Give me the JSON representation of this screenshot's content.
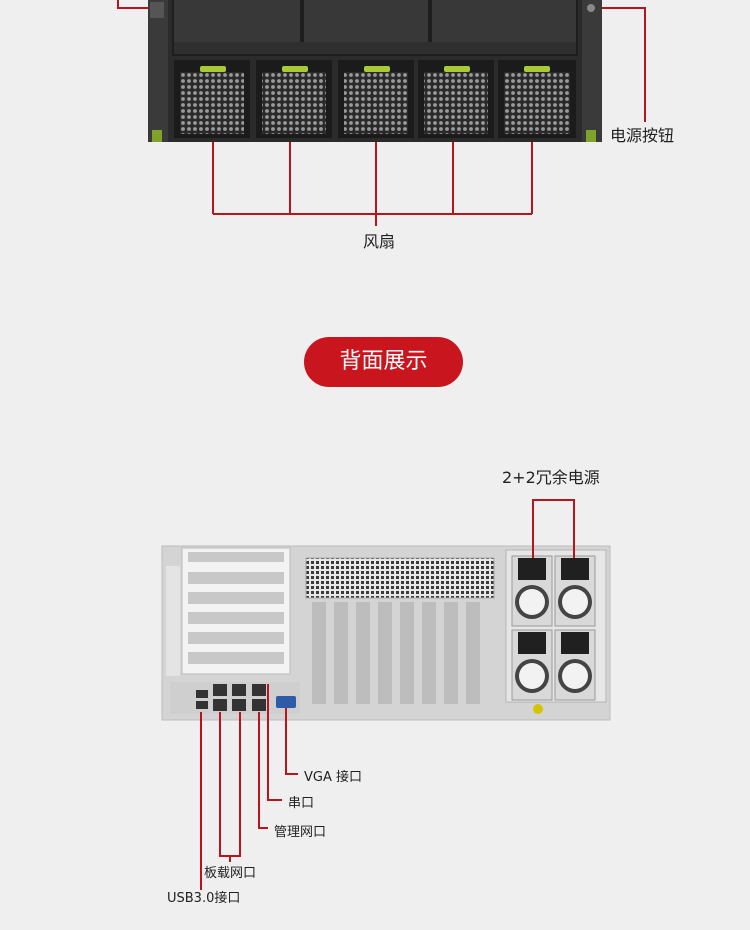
{
  "front": {
    "power_button_label": "电源按钮",
    "fans_label": "风扇"
  },
  "section_button": {
    "label": "背面展示"
  },
  "rear": {
    "psu_label": "2+2冗余电源",
    "vga_label": "VGA 接口",
    "serial_label": "串口",
    "mgmt_label": "管理网口",
    "onboard_nic_label": "板载网口",
    "usb_label": "USB3.0接口"
  },
  "colors": {
    "callout_line": "#b8141c",
    "accent": "#c9151e",
    "background": "#efefef"
  }
}
